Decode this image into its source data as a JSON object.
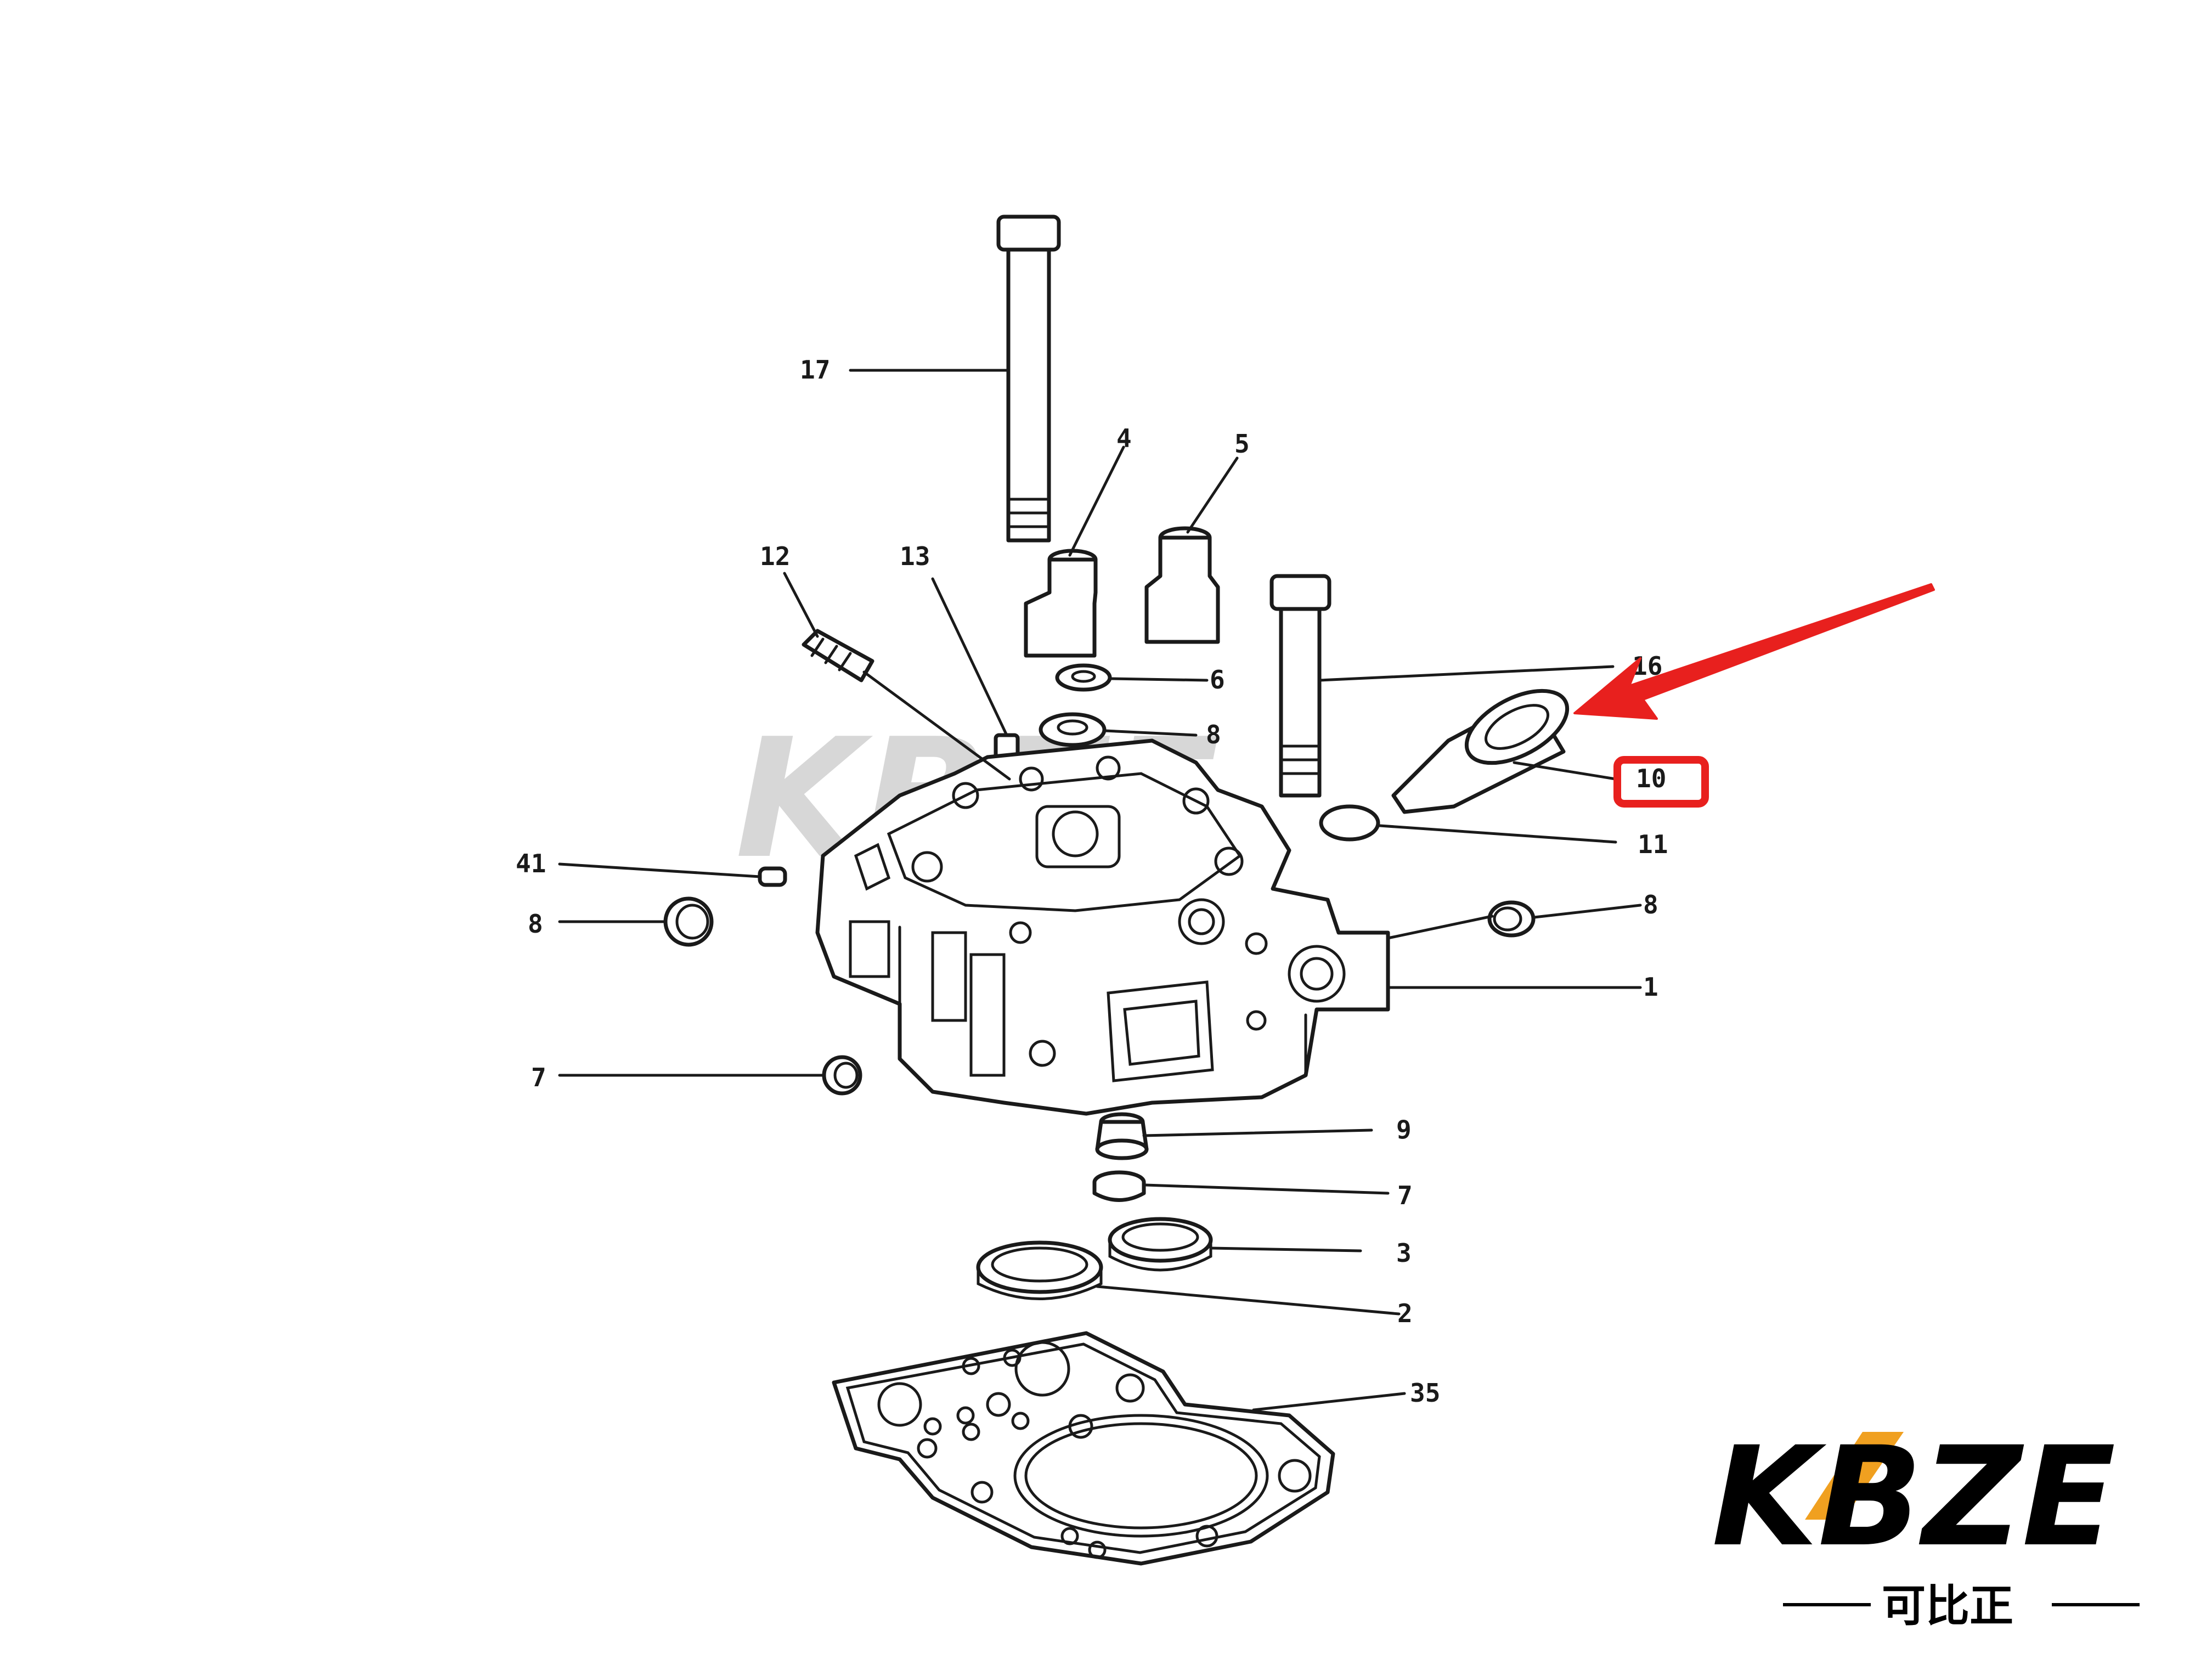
{
  "brand": {
    "name": "KBZE",
    "subtitle": "可比正",
    "accent_color": "#f0a020",
    "text_color": "#000000"
  },
  "highlight": {
    "color": "#e8201e",
    "part": "10"
  },
  "callouts": {
    "p17": "17",
    "p4": "4",
    "p5": "5",
    "p12": "12",
    "p13": "13",
    "p6": "6",
    "p16": "16",
    "p8a": "8",
    "p10": "10",
    "p11": "11",
    "p41": "41",
    "p8b": "8",
    "p8c": "8",
    "p1": "1",
    "p7a": "7",
    "p9": "9",
    "p7b": "7",
    "p3": "3",
    "p2": "2",
    "p35": "35"
  }
}
